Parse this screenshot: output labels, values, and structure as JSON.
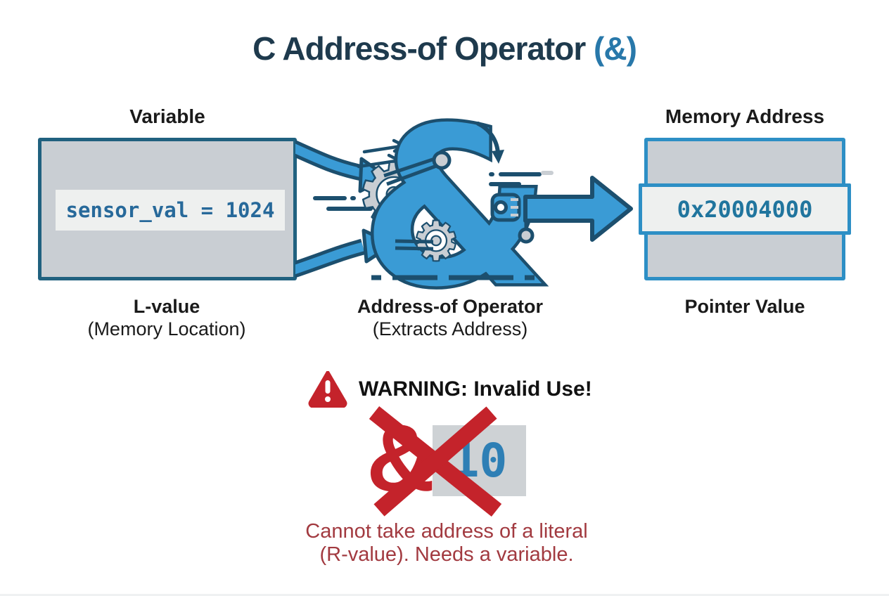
{
  "title": {
    "text": "C Address-of Operator ",
    "accent": "(&)"
  },
  "variable_section": {
    "heading": "Variable",
    "code": "sensor_val = 1024",
    "caption": "L-value",
    "caption_sub": "(Memory Location)"
  },
  "operator_section": {
    "ampersand": "&",
    "caption": "Address-of Operator",
    "caption_sub": "(Extracts Address)"
  },
  "memory_section": {
    "heading": "Memory Address",
    "address": "0x20004000",
    "caption": "Pointer Value"
  },
  "warning_section": {
    "heading": "WARNING: Invalid Use!",
    "invalid_operator": "&",
    "invalid_literal": "10",
    "message_line1": "Cannot take address of a literal",
    "message_line2": "(R-value). Needs a variable."
  },
  "icons": {
    "gear-icon": "⚙",
    "warning-triangle-icon": "! in red rounded triangle",
    "flow-arrow-icon": "curved blue arrows into ampersand",
    "output-arrow-icon": "large blue right arrow",
    "cross-out-icon": "red X"
  },
  "colors": {
    "title_navy": "#1e3a4d",
    "accent_blue": "#2878aa",
    "fill_blue": "#3a9bd5",
    "outline_navy": "#1c4f6e",
    "left_box_border": "#20617f",
    "right_box_border": "#2d8fc5",
    "box_gray": "#c9ced3",
    "strip_light": "#eef0ef",
    "code_blue": "#27699a",
    "address_blue": "#20759e",
    "warning_red": "#c4232b",
    "message_red": "#a23a40"
  }
}
